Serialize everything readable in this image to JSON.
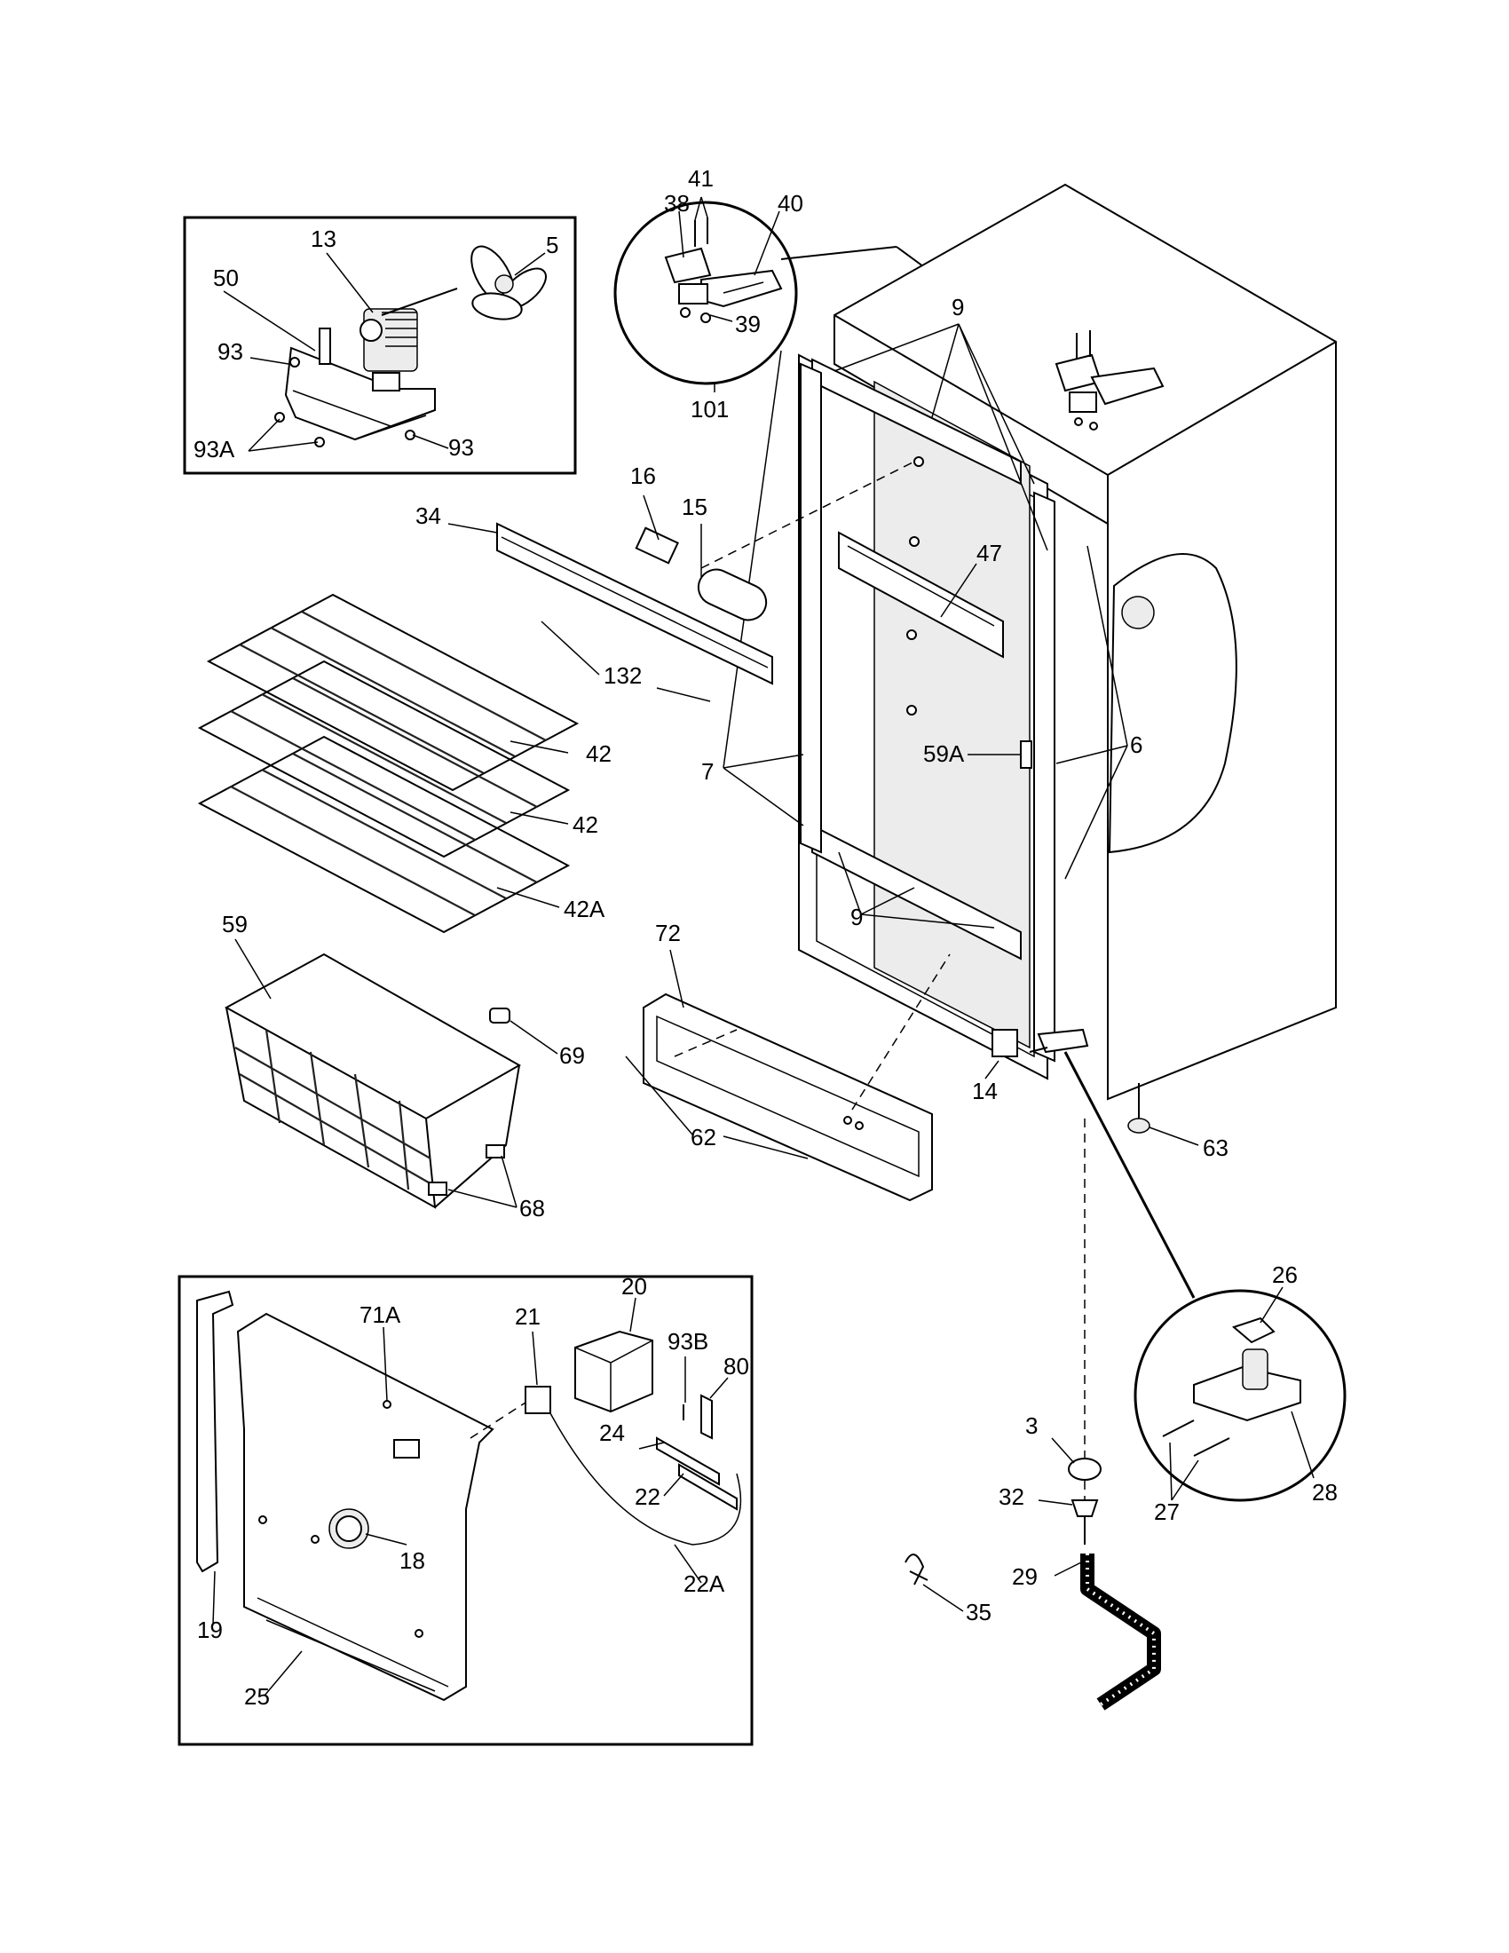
{
  "diagram": {
    "callouts": {
      "c5": "5",
      "c13": "13",
      "c50": "50",
      "c93a": "93",
      "c93b": "93",
      "c93A": "93A",
      "c41": "41",
      "c38": "38",
      "c40": "40",
      "c39": "39",
      "c101": "101",
      "c9a": "9",
      "c9b": "9",
      "c16": "16",
      "c15": "15",
      "c34": "34",
      "c47": "47",
      "c132": "132",
      "c42a": "42",
      "c42b": "42",
      "c42A": "42A",
      "c59A": "59A",
      "c6": "6",
      "c7": "7",
      "c59": "59",
      "c72": "72",
      "c69": "69",
      "c14": "14",
      "c62": "62",
      "c63": "63",
      "c68": "68",
      "c26": "26",
      "c71A": "71A",
      "c20": "20",
      "c21": "21",
      "c93B": "93B",
      "c80": "80",
      "c24": "24",
      "c22": "22",
      "c3": "3",
      "c32": "32",
      "c28": "28",
      "c27": "27",
      "c18": "18",
      "c22A": "22A",
      "c29": "29",
      "c35": "35",
      "c19": "19",
      "c25": "25"
    }
  }
}
